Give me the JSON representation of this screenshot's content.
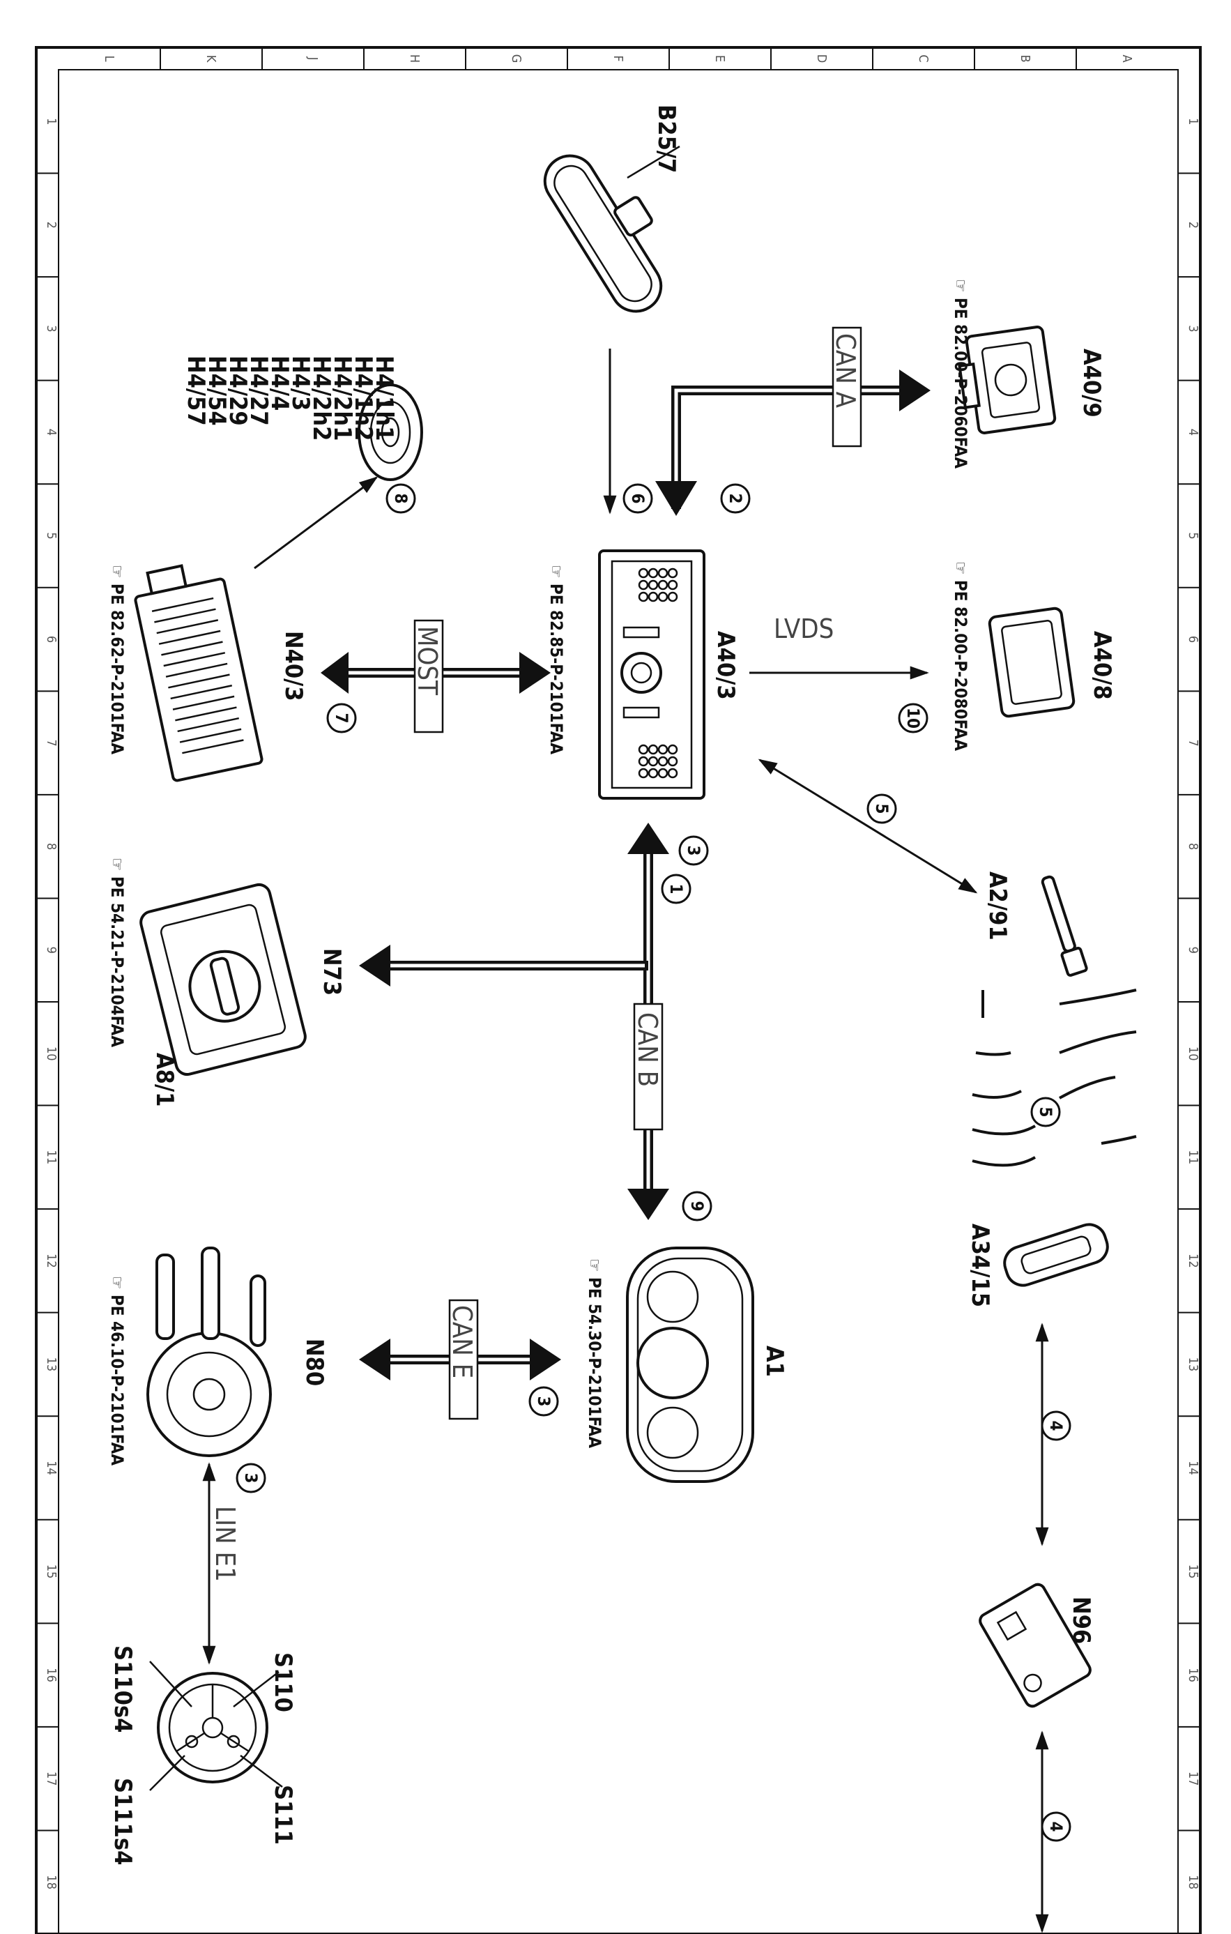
{
  "frame": {
    "columns": [
      "L",
      "K",
      "J",
      "H",
      "G",
      "F",
      "E",
      "D",
      "C",
      "B",
      "A"
    ],
    "rows": [
      "1",
      "2",
      "3",
      "4",
      "5",
      "6",
      "7",
      "8",
      "9",
      "10",
      "11",
      "12",
      "13",
      "14",
      "15",
      "16",
      "17",
      "18"
    ]
  },
  "labels": {
    "b25_7": "B25/7",
    "a40_9": "A40/9",
    "a40_8": "A40/8",
    "a40_3": "A40/3",
    "n40_3": "N40/3",
    "a2_91": "A2/91",
    "n73": "N73",
    "a8_1": "A8/1",
    "a34_15": "A34/15",
    "a1": "A1",
    "n80": "N80",
    "n96": "N96",
    "s110": "S110",
    "s111": "S111",
    "s110s4": "S110s4",
    "s111s4": "S111s4"
  },
  "speakers": [
    "H4/1h1",
    "H4/1h2",
    "H4/2h1",
    "H4/2h2",
    "H4/3",
    "H4/4",
    "H4/27",
    "H4/29",
    "H4/54",
    "H4/57"
  ],
  "refs": {
    "a40_9": "☞ PE 82.00-P-2060FAA",
    "a40_8": "☞ PE 82.00-P-2080FAA",
    "a40_3": "☞ PE 82.85-P-2101FAA",
    "n40_3": "☞ PE 82.62-P-2101FAA",
    "n73": "☞ PE 54.21-P-2104FAA",
    "a1": "☞ PE 54.30-P-2101FAA",
    "n80": "☞ PE 46.10-P-2101FAA"
  },
  "buses": {
    "can_a": "CAN A",
    "lvds": "LVDS",
    "most": "MOST",
    "can_b": "CAN B",
    "can_e": "CAN E",
    "lin_e1": "LIN E1"
  },
  "circles": [
    {
      "num": "2"
    },
    {
      "num": "6"
    },
    {
      "num": "10"
    },
    {
      "num": "8"
    },
    {
      "num": "7"
    },
    {
      "num": "5"
    },
    {
      "num": "3"
    },
    {
      "num": "1"
    },
    {
      "num": "5"
    },
    {
      "num": "9"
    },
    {
      "num": "3"
    },
    {
      "num": "3"
    },
    {
      "num": "4"
    },
    {
      "num": "4"
    }
  ]
}
